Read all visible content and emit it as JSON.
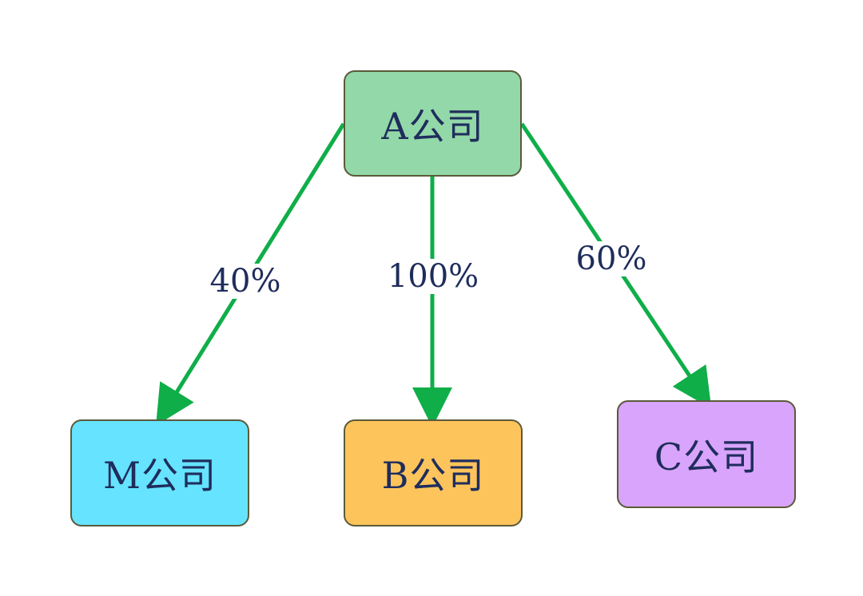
{
  "nodes": {
    "a": {
      "label": "A公司",
      "color": "#93d8a8"
    },
    "m": {
      "label": "M公司",
      "color": "#66e3ff"
    },
    "b": {
      "label": "B公司",
      "color": "#fec45c"
    },
    "c": {
      "label": "C公司",
      "color": "#d9a4fb"
    }
  },
  "edges": {
    "a_to_m": {
      "label": "40%"
    },
    "a_to_b": {
      "label": "100%"
    },
    "a_to_c": {
      "label": "60%"
    }
  },
  "colors": {
    "arrow": "#0fae48",
    "node_border": "#5a5a3a",
    "text": "#1f2d5c"
  }
}
